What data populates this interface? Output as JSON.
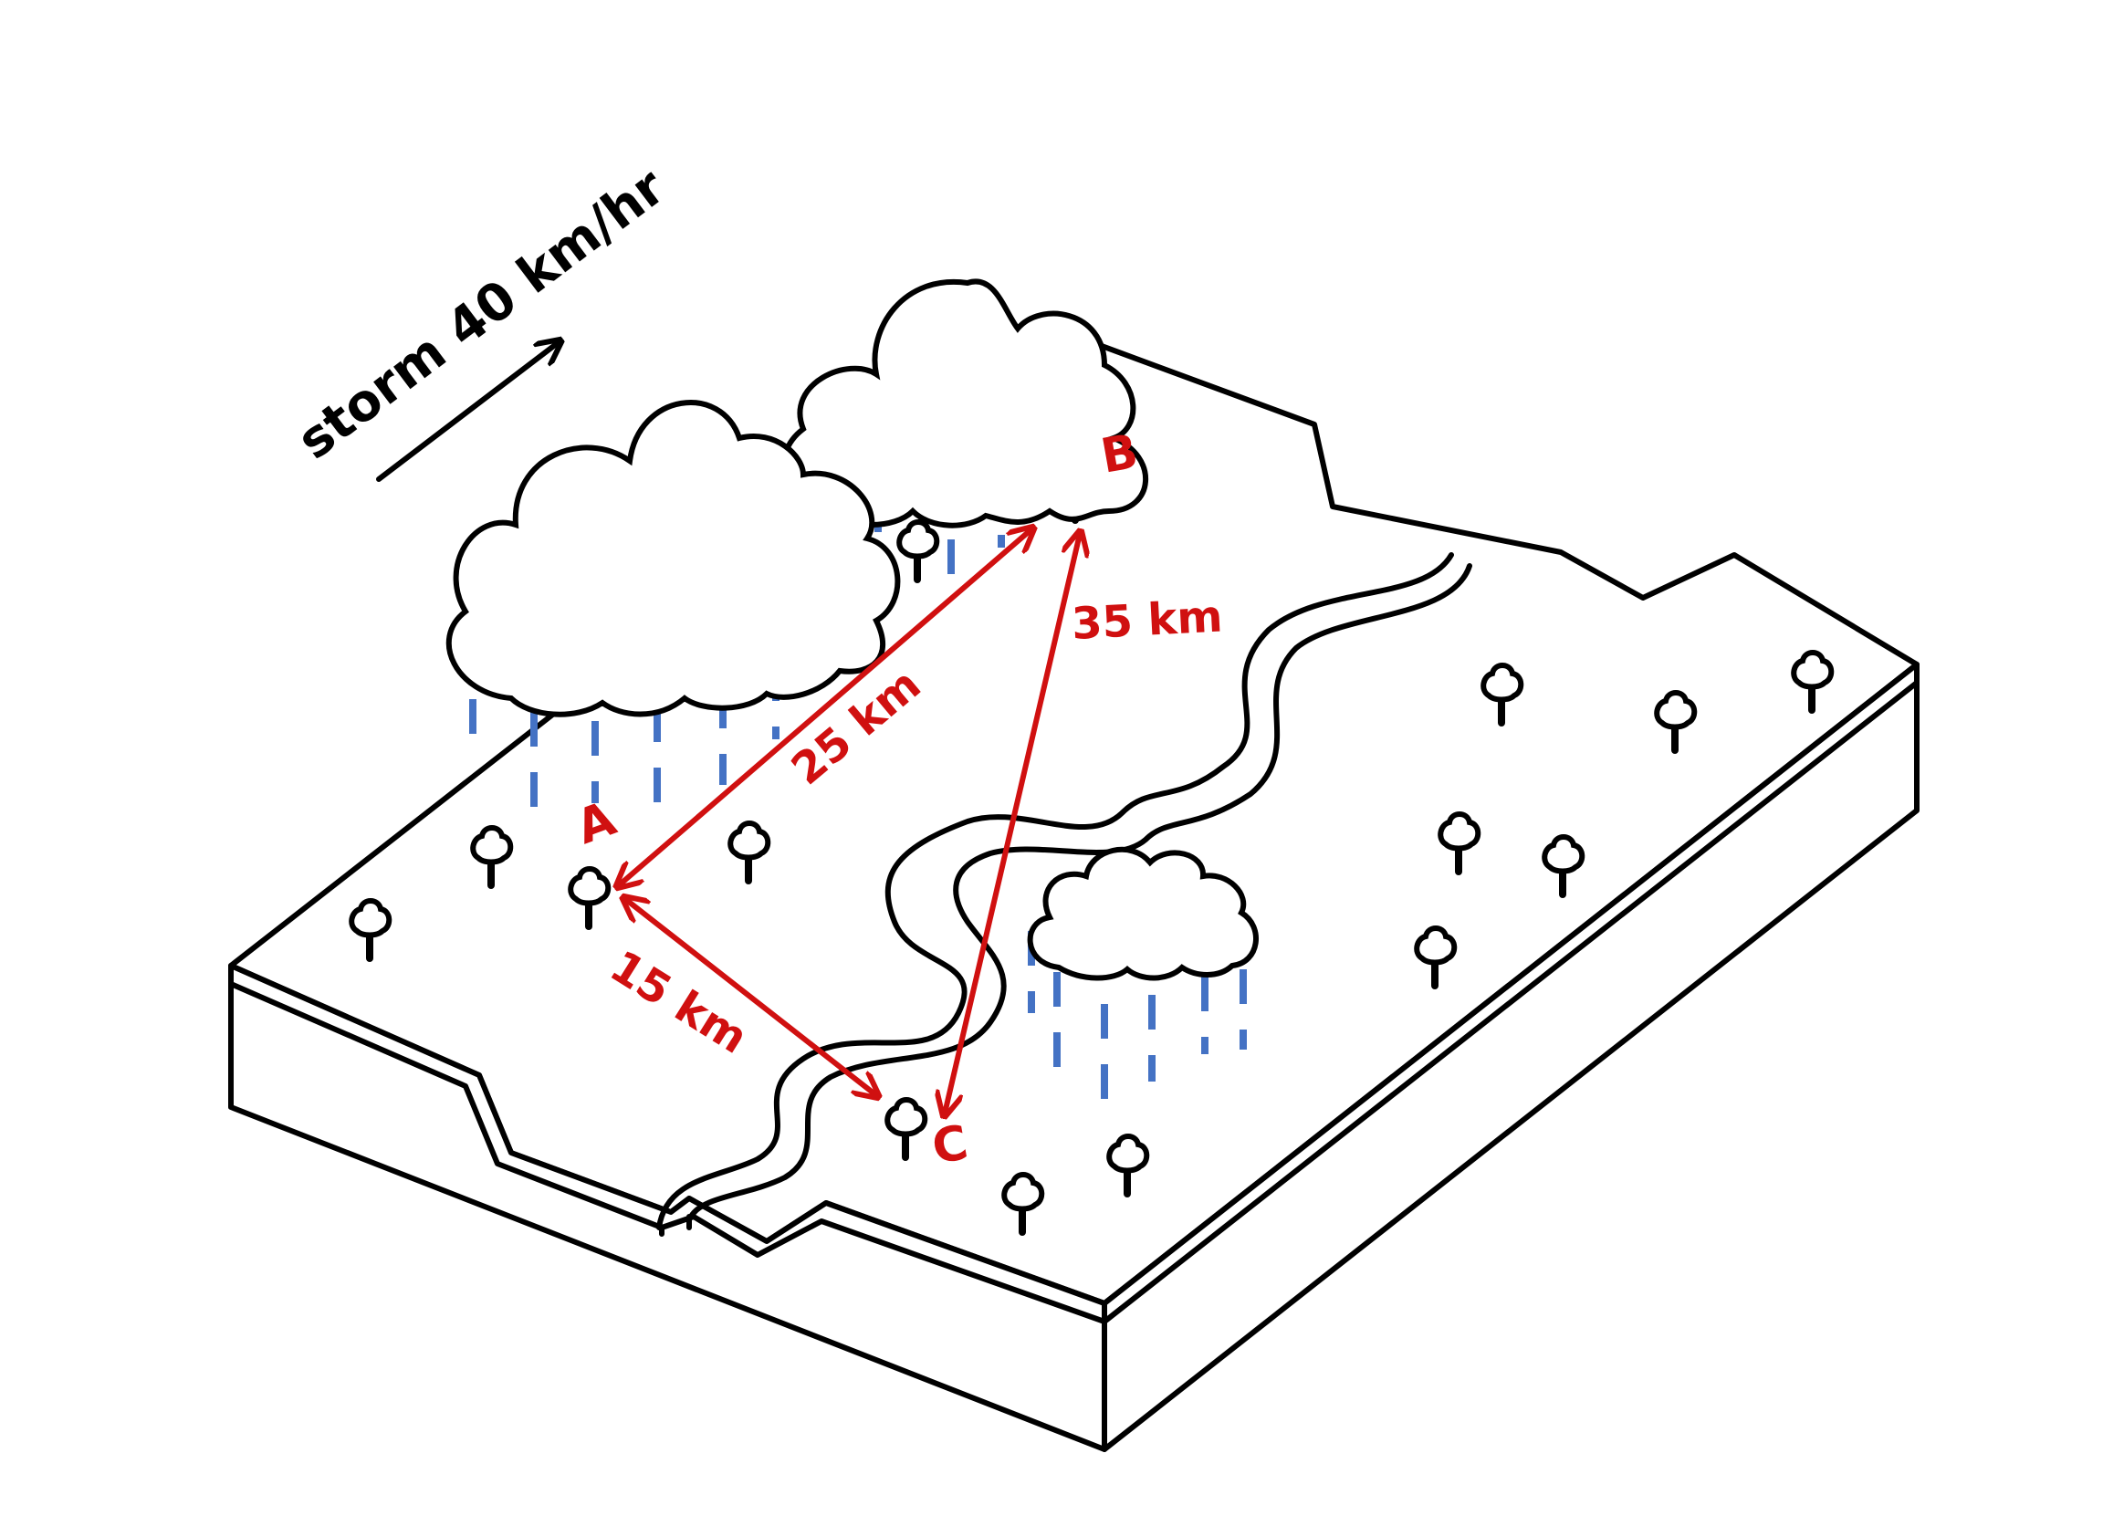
{
  "storm_label": "storm 40 km/hr",
  "points": {
    "a": "A",
    "b": "B",
    "c": "C"
  },
  "distances": {
    "a_b": "25 km",
    "b_c": "35 km",
    "a_c": "15 km"
  },
  "colors": {
    "outline": "#000000",
    "annotation": "#d01010",
    "rain": "#4472c4"
  }
}
